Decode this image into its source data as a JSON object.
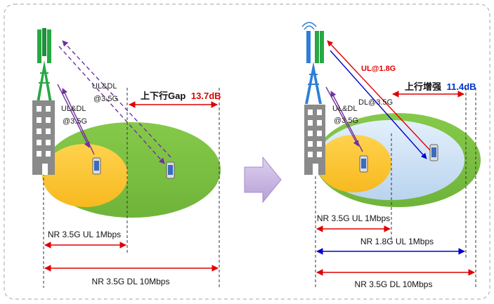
{
  "left_panel": {
    "gap_label_prefix": "上下行Gap",
    "gap_value": "13.7dB",
    "link_near_label_line1": "UL&DL",
    "link_near_label_line2": "@3.5G",
    "link_far_label_line1": "UL&DL",
    "link_far_label_line2": "@3.5G",
    "range_ul": "NR 3.5G UL 1Mbps",
    "range_dl": "NR 3.5G DL 10Mbps"
  },
  "right_panel": {
    "gain_label_prefix": "上行增强",
    "gain_value": "11.4dB",
    "link_near_label_line1": "UL&DL",
    "link_near_label_line2": "@3.5G",
    "link_ul18_label": "UL@1.8G",
    "link_dl35_label": "DL@3.5G",
    "range_ul35": "NR 3.5G UL 1Mbps",
    "range_ul18": "NR 1.8G UL 1Mbps",
    "range_dl35": "NR 3.5G DL 10Mbps"
  },
  "colors": {
    "green_coverage": "#7ac143",
    "yellow_coverage": "#ffc83d",
    "blue_coverage": "#cfe4f7",
    "red_arrow": "#e00000",
    "blue_arrow": "#0000cc",
    "purple_arrow": "#7030a0",
    "highlight_red": "#e00000",
    "highlight_blue": "#0033cc",
    "transition_arrow": "#c9b6e4"
  },
  "icons": {
    "tower_left": "cell-tower-icon",
    "tower_right": "dual-band-tower-icon",
    "building": "building-icon",
    "phone": "smartphone-icon",
    "transition": "right-arrow-icon"
  }
}
